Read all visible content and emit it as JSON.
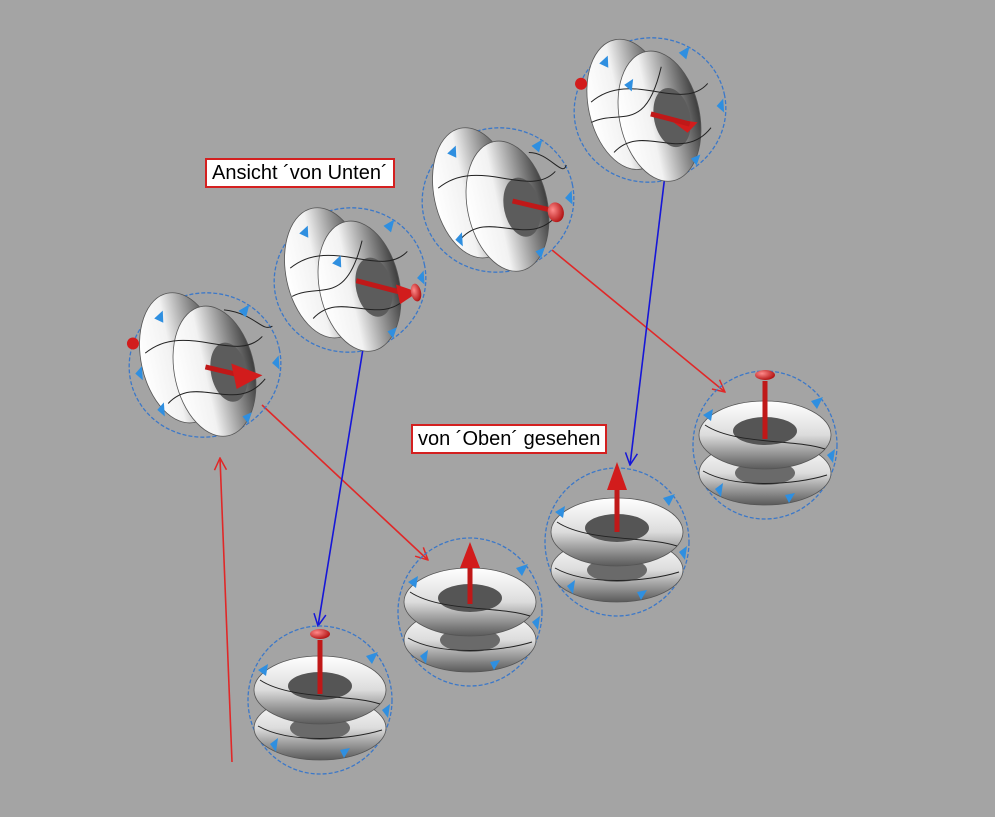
{
  "labels": {
    "bottom_view": "Ansicht ´von Unten´",
    "top_view": "von ´Oben´ gesehen"
  },
  "colors": {
    "background": "#a4a4a4",
    "red_arrow": "#e02828",
    "blue_arrow": "#1616d8",
    "field_vector": "#cc1f1f",
    "small_arrows": "#2f8fe0",
    "torus_light": "#ffffff",
    "torus_dark": "#3a3a3a"
  },
  "icons": {
    "side_view_model": "double-torus-side-view",
    "top_view_model": "double-torus-top-view",
    "connector": "arrow-line"
  }
}
